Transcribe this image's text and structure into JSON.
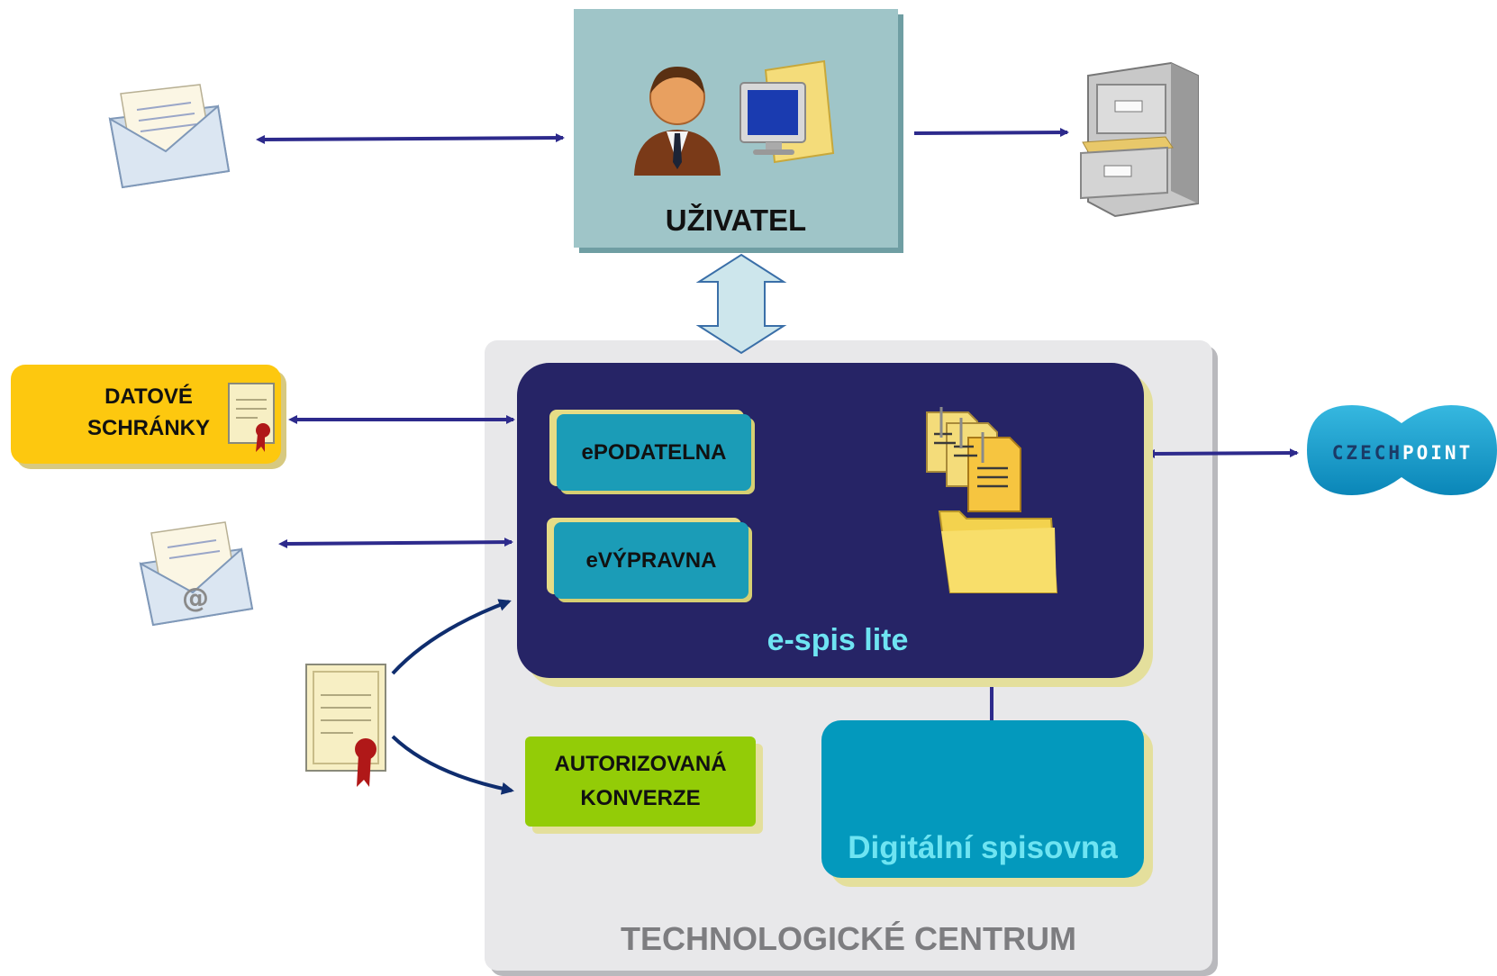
{
  "user": {
    "label": "UŽIVATEL"
  },
  "center": {
    "label": "TECHNOLOGICKÉ CENTRUM"
  },
  "espis": {
    "label": "e-spis lite"
  },
  "epodatelna": {
    "label": "ePODATELNA"
  },
  "evypravna": {
    "label": "eVÝPRAVNA"
  },
  "spisovna": {
    "label": "Digitální spisovna"
  },
  "konverze": {
    "line1": "AUTORIZOVANÁ",
    "line2": "KONVERZE"
  },
  "datove": {
    "line1": "DATOVÉ",
    "line2": "SCHRÁNKY"
  },
  "czechpoint": {
    "part1": "CZECH",
    "part2": "POINT"
  },
  "colors": {
    "arrow": "#2d2a8c",
    "connector": "#0f2d6e",
    "tech_bg": "#e8e8ea",
    "espis_bg": "#262466",
    "teal": "#1b9cb7",
    "spisovna_bg": "#0399bd",
    "konverze_bg": "#93cc07",
    "datove_bg": "#fdc80f",
    "cyan_text": "#6ee4f2"
  }
}
